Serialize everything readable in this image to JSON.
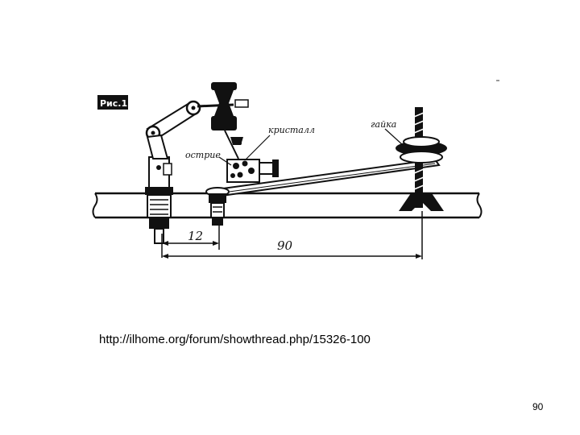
{
  "figure": {
    "label": "Рис.1",
    "callouts": {
      "crystal": "кристалл",
      "tip": "острие",
      "nut": "гайка"
    },
    "dimensions": {
      "short": "12",
      "long": "90"
    },
    "colors": {
      "ink": "#111111",
      "paper": "#ffffff"
    }
  },
  "source_url": "http://ilhome.org/forum/showthread.php/15326-100",
  "page_number": "90"
}
